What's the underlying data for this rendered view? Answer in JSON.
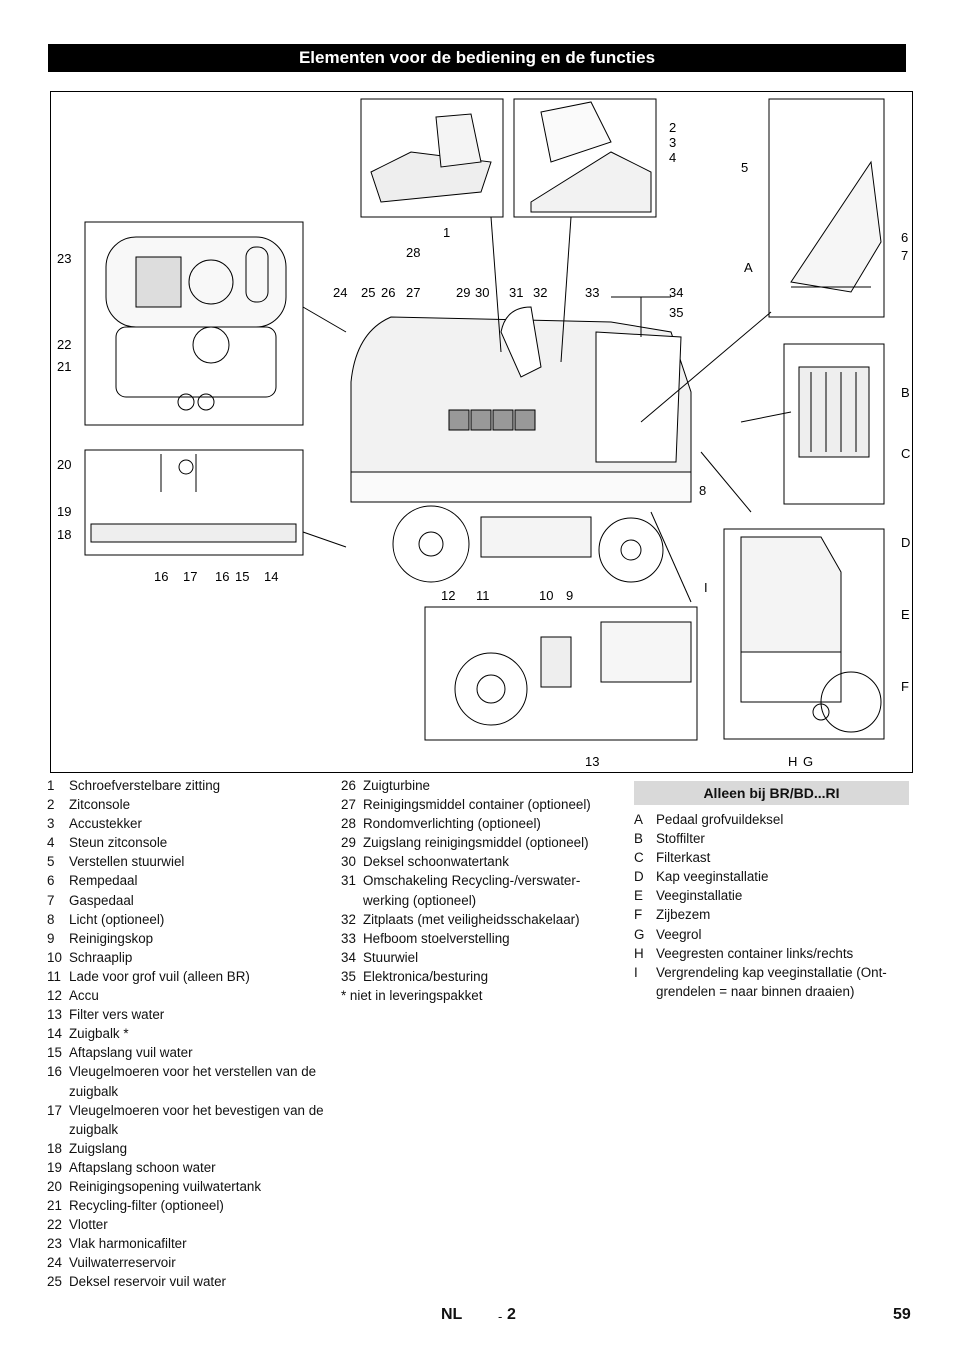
{
  "header": {
    "title": "Elementen voor de bediening en de functies"
  },
  "figure": {
    "callouts": [
      "1",
      "2",
      "3",
      "4",
      "5",
      "6",
      "7",
      "8",
      "9",
      "10",
      "11",
      "12",
      "13",
      "14",
      "15",
      "16",
      "16",
      "17",
      "18",
      "19",
      "20",
      "21",
      "22",
      "23",
      "24",
      "25",
      "26",
      "27",
      "28",
      "29",
      "30",
      "31",
      "32",
      "33",
      "34",
      "35",
      "A",
      "B",
      "C",
      "D",
      "E",
      "F",
      "G",
      "H",
      "I"
    ]
  },
  "col1": [
    {
      "n": "1",
      "t": "Schroefverstelbare zitting"
    },
    {
      "n": "2",
      "t": "Zitconsole"
    },
    {
      "n": "3",
      "t": "Accustekker"
    },
    {
      "n": "4",
      "t": "Steun zitconsole"
    },
    {
      "n": "5",
      "t": "Verstellen stuurwiel"
    },
    {
      "n": "6",
      "t": "Rempedaal"
    },
    {
      "n": "7",
      "t": "Gaspedaal"
    },
    {
      "n": "8",
      "t": "Licht (optioneel)"
    },
    {
      "n": "9",
      "t": "Reinigingskop"
    },
    {
      "n": "10",
      "t": "Schraaplip"
    },
    {
      "n": "11",
      "t": "Lade voor grof vuil (alleen BR)"
    },
    {
      "n": "12",
      "t": "Accu"
    },
    {
      "n": "13",
      "t": "Filter vers water"
    },
    {
      "n": "14",
      "t": "Zuigbalk *"
    },
    {
      "n": "15",
      "t": "Aftapslang vuil water"
    },
    {
      "n": "16",
      "t": "Vleugelmoeren voor het verstellen van de zuigbalk"
    },
    {
      "n": "17",
      "t": "Vleugelmoeren voor het bevestigen van de zuigbalk"
    },
    {
      "n": "18",
      "t": "Zuigslang"
    },
    {
      "n": "19",
      "t": "Aftapslang schoon water"
    },
    {
      "n": "20",
      "t": "Reinigingsopening vuilwatertank"
    },
    {
      "n": "21",
      "t": "Recycling-filter (optioneel)"
    },
    {
      "n": "22",
      "t": "Vlotter"
    },
    {
      "n": "23",
      "t": "Vlak harmonicafilter"
    },
    {
      "n": "24",
      "t": "Vuilwaterreservoir"
    },
    {
      "n": "25",
      "t": "Deksel reservoir vuil water"
    }
  ],
  "col2": [
    {
      "n": "26",
      "t": "Zuigturbine"
    },
    {
      "n": "27",
      "t": "Reinigingsmiddel container (optioneel)"
    },
    {
      "n": "28",
      "t": "Rondomverlichting (optioneel)"
    },
    {
      "n": "29",
      "t": "Zuigslang reinigingsmiddel (optioneel)"
    },
    {
      "n": "30",
      "t": "Deksel schoonwatertank"
    },
    {
      "n": "31",
      "t": "Omschakeling Recycling-/verswater-werking (optioneel)"
    },
    {
      "n": "32",
      "t": "Zitplaats (met veiligheidsschakelaar)"
    },
    {
      "n": "33",
      "t": "Hefboom stoelverstelling"
    },
    {
      "n": "34",
      "t": "Stuurwiel"
    },
    {
      "n": "35",
      "t": "Elektronica/besturing"
    }
  ],
  "col2_note": "* niet in leveringspakket",
  "col3_heading": "Alleen bij BR/BD...RI",
  "col3": [
    {
      "n": "A",
      "t": "Pedaal grofvuildeksel"
    },
    {
      "n": "B",
      "t": "Stoffilter"
    },
    {
      "n": "C",
      "t": "Filterkast"
    },
    {
      "n": "D",
      "t": "Kap veeginstallatie"
    },
    {
      "n": "E",
      "t": "Veeginstallatie"
    },
    {
      "n": "F",
      "t": "Zijbezem"
    },
    {
      "n": "G",
      "t": "Veegrol"
    },
    {
      "n": "H",
      "t": "Veegresten container links/rechts"
    },
    {
      "n": "I",
      "t": "Vergrendeling kap veeginstallatie (Ont-grendelen = naar binnen draaien)"
    }
  ],
  "footer": {
    "lang": "NL",
    "sep": "-",
    "section": "2",
    "page": "59"
  }
}
